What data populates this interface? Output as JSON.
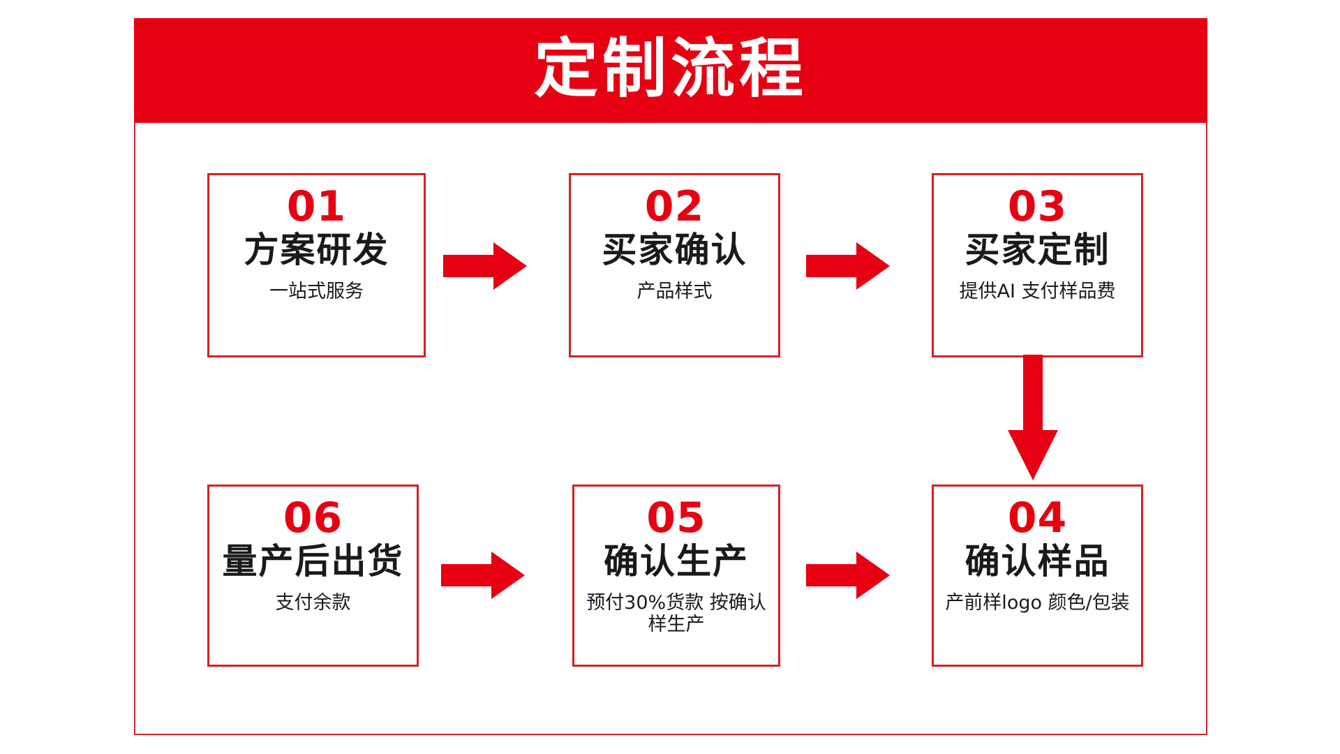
{
  "page": {
    "title": "定制流程",
    "banner_color": "#e60012",
    "accent_color": "#e60012",
    "box_border_color": "#d42027",
    "frame_color": "#c9252c",
    "background_color": "#ffffff"
  },
  "steps": [
    {
      "number": "01",
      "title": "方案研发",
      "subtitle": "一站式服务"
    },
    {
      "number": "02",
      "title": "买家确认",
      "subtitle": "产品样式"
    },
    {
      "number": "03",
      "title": "买家定制",
      "subtitle": "提供AI 支付样品费"
    },
    {
      "number": "04",
      "title": "确认样品",
      "subtitle": "产前样logo 颜色/包装"
    },
    {
      "number": "05",
      "title": "确认生产",
      "subtitle": "预付30%货款 按确认样生产"
    },
    {
      "number": "06",
      "title": "量产后出货",
      "subtitle": "支付余款"
    }
  ],
  "connectors": [
    {
      "name": "arrow-step-01-to-02",
      "direction": "right"
    },
    {
      "name": "arrow-step-02-to-03",
      "direction": "right"
    },
    {
      "name": "arrow-step-03-to-04",
      "direction": "down"
    },
    {
      "name": "arrow-step-04-to-05",
      "direction": "right-to-left"
    },
    {
      "name": "arrow-step-05-to-06",
      "direction": "right-to-left"
    }
  ]
}
